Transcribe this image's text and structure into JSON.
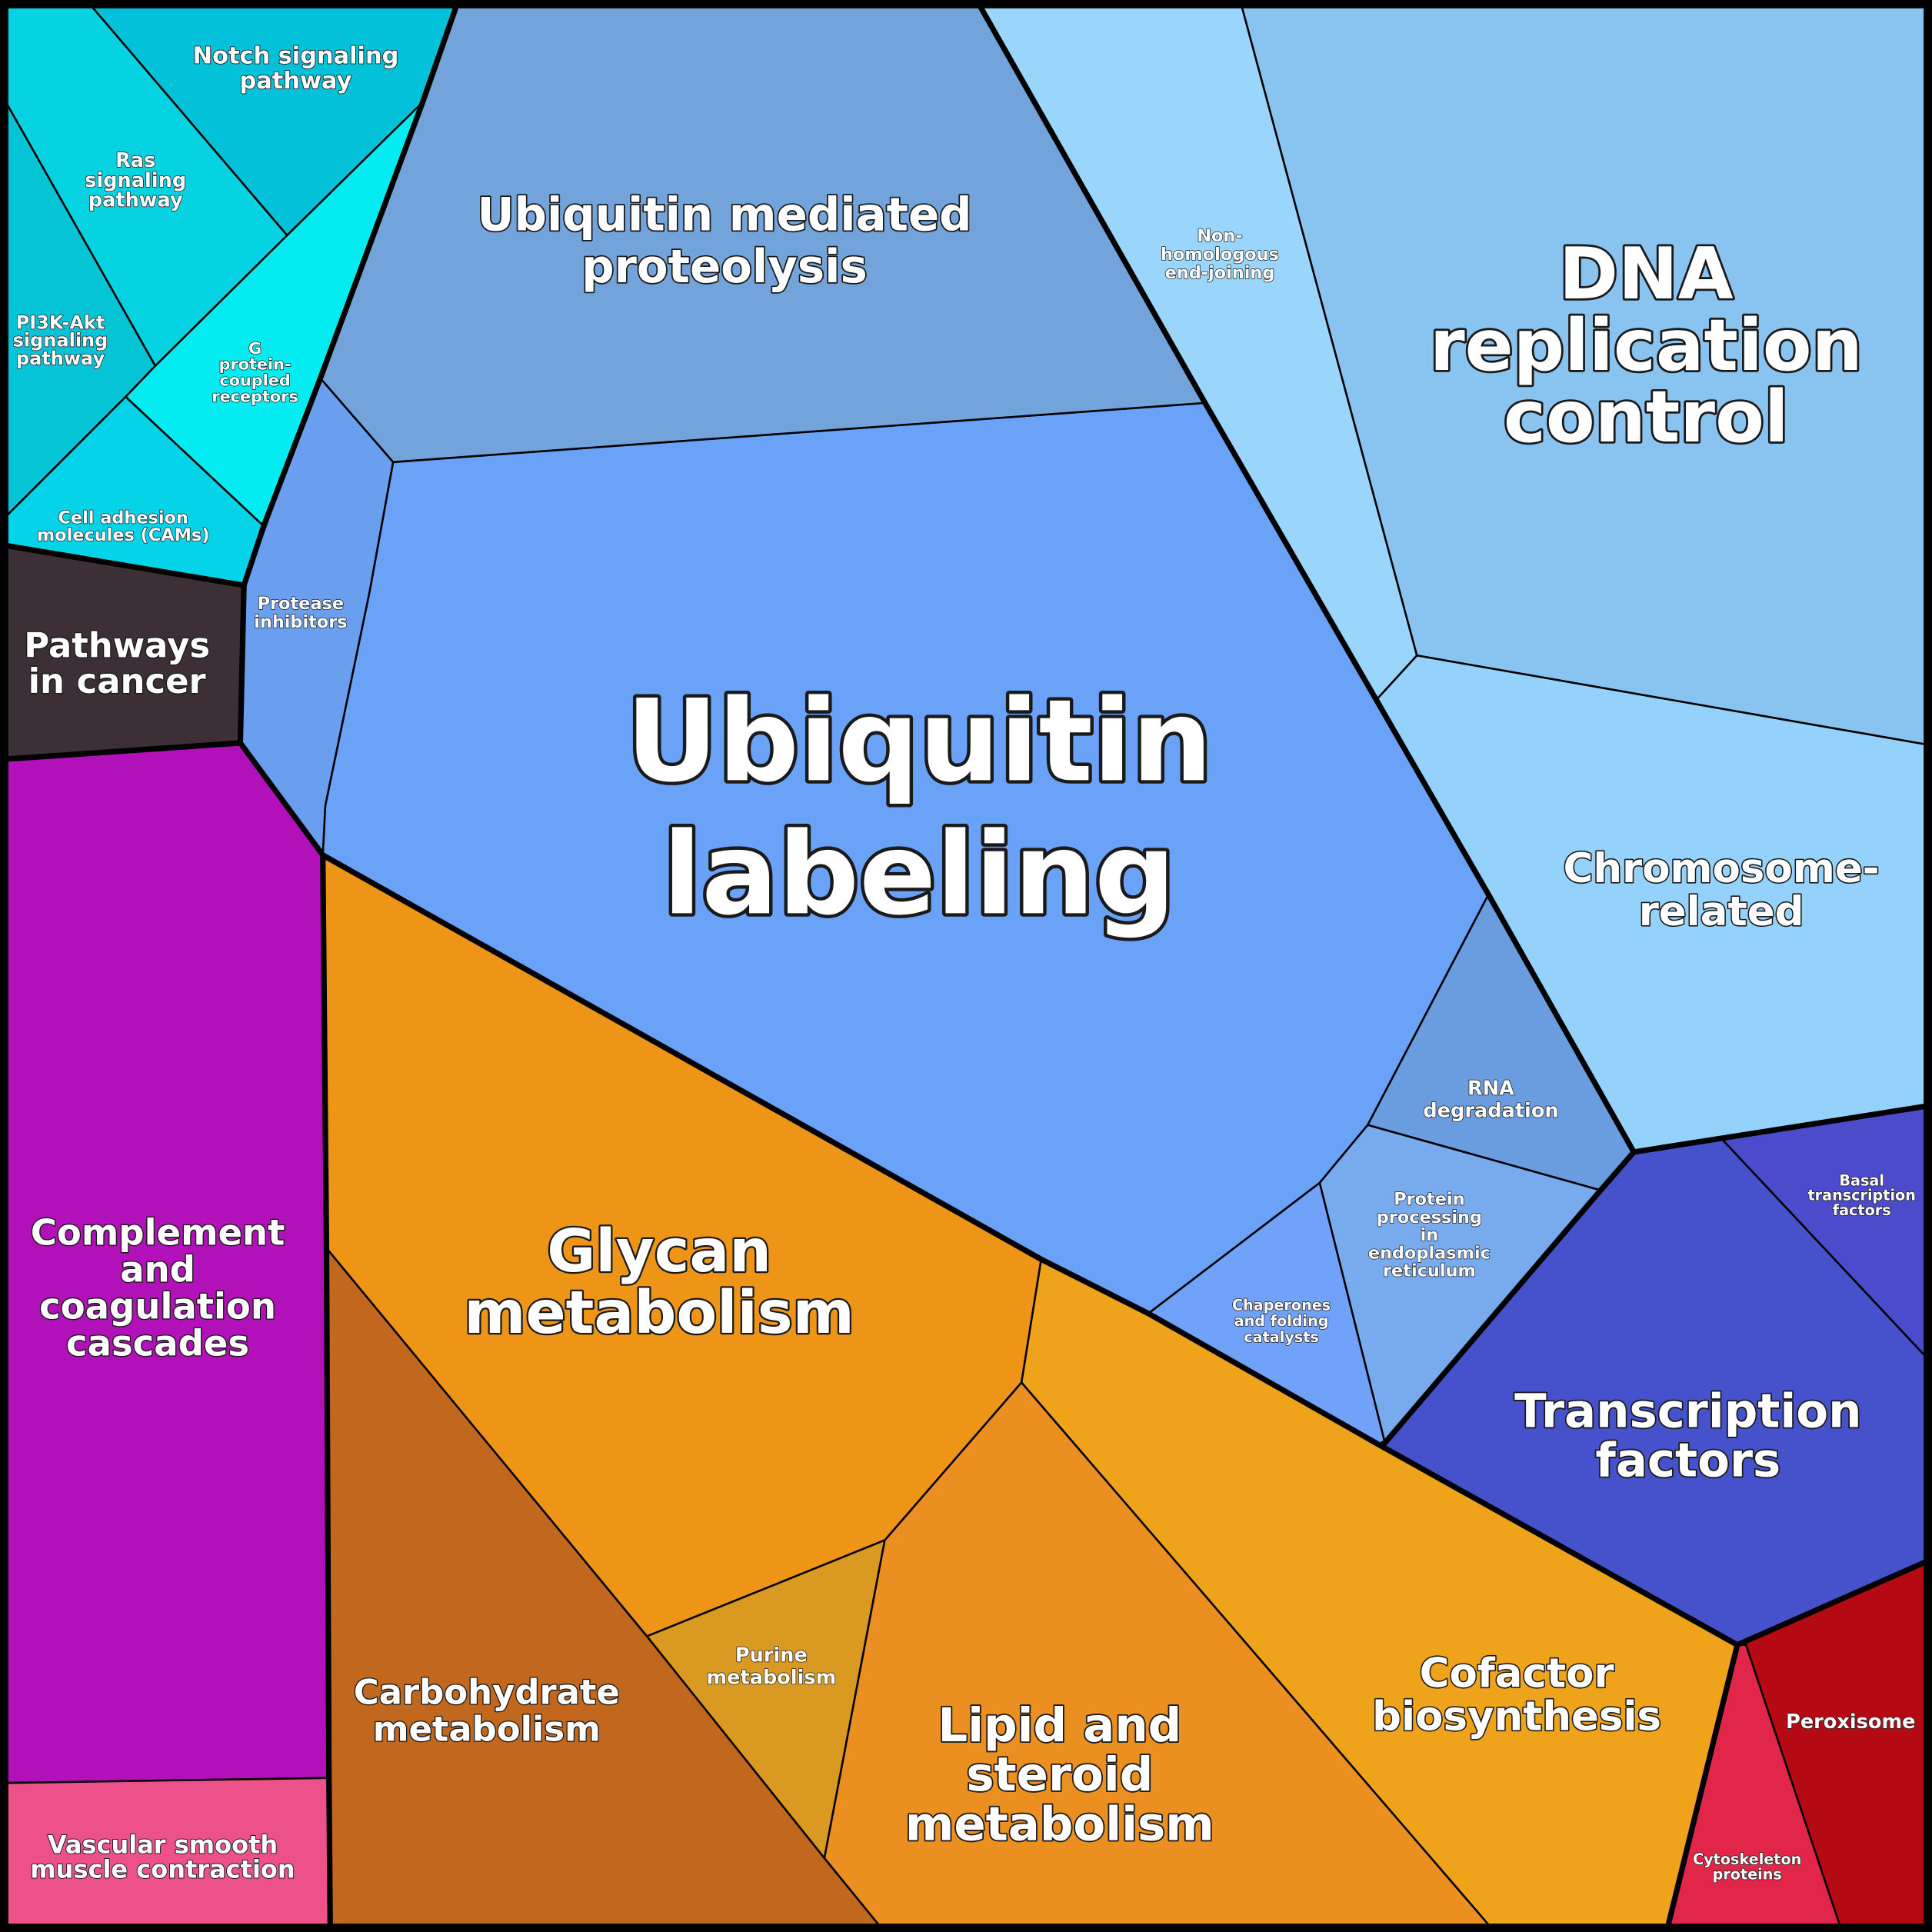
{
  "cells": [
    {
      "id": "ubiquitin-labeling",
      "label": "Ubiquitin labeling",
      "lines": [
        "Ubiquitin",
        "labeling"
      ],
      "color": "#6aa2f7"
    },
    {
      "id": "ubiquitin-mediated-proteolysis",
      "label": "Ubiquitin mediated proteolysis",
      "lines": [
        "Ubiquitin mediated",
        "proteolysis"
      ],
      "color": "#72a4db"
    },
    {
      "id": "protease-inhibitors",
      "label": "Protease inhibitors",
      "lines": [
        "Protease",
        "inhibitors"
      ],
      "color": "#6a9ff0"
    },
    {
      "id": "rna-degradation",
      "label": "RNA degradation",
      "lines": [
        "RNA",
        "degradation"
      ],
      "color": "#6a9de0"
    },
    {
      "id": "protein-processing-er",
      "label": "Protein processing in endoplasmic reticulum",
      "lines": [
        "Protein",
        "processing",
        "in",
        "endoplasmic",
        "reticulum"
      ],
      "color": "#78aaee"
    },
    {
      "id": "chaperones",
      "label": "Chaperones and folding catalysts",
      "lines": [
        "Chaperones",
        "and folding",
        "catalysts"
      ],
      "color": "#71a2f9"
    },
    {
      "id": "non-homologous-end-joining",
      "label": "Non-homologous end-joining",
      "lines": [
        "Non-",
        "homologous",
        "end-joining"
      ],
      "color": "#9ad6fc"
    },
    {
      "id": "dna-replication-control",
      "label": "DNA replication control",
      "lines": [
        "DNA",
        "replication",
        "control"
      ],
      "color": "#89c4f0"
    },
    {
      "id": "chromosome-related",
      "label": "Chromosome-related",
      "lines": [
        "Chromosome-",
        "related"
      ],
      "color": "#94d2fb"
    },
    {
      "id": "transcription-factors",
      "label": "Transcription factors",
      "lines": [
        "Transcription",
        "factors"
      ],
      "color": "#4652cc"
    },
    {
      "id": "basal-transcription-factors",
      "label": "Basal transcription factors",
      "lines": [
        "Basal",
        "transcription",
        "factors"
      ],
      "color": "#4c4bcb"
    },
    {
      "id": "peroxisome",
      "label": "Peroxisome",
      "lines": [
        "Peroxisome"
      ],
      "color": "#b50a14"
    },
    {
      "id": "cytoskeleton-proteins",
      "label": "Cytoskeleton proteins",
      "lines": [
        "Cytoskeleton",
        "proteins"
      ],
      "color": "#e2264a"
    },
    {
      "id": "cofactor-biosynthesis",
      "label": "Cofactor biosynthesis",
      "lines": [
        "Cofactor",
        "biosynthesis"
      ],
      "color": "#efa31b"
    },
    {
      "id": "lipid-steroid-metabolism",
      "label": "Lipid and steroid metabolism",
      "lines": [
        "Lipid and",
        "steroid",
        "metabolism"
      ],
      "color": "#eb8f20"
    },
    {
      "id": "glycan-metabolism",
      "label": "Glycan metabolism",
      "lines": [
        "Glycan",
        "metabolism"
      ],
      "color": "#ee9417"
    },
    {
      "id": "purine-metabolism",
      "label": "Purine metabolism",
      "lines": [
        "Purine",
        "metabolism"
      ],
      "color": "#da9a22"
    },
    {
      "id": "carbohydrate-metabolism",
      "label": "Carbohydrate metabolism",
      "lines": [
        "Carbohydrate",
        "metabolism"
      ],
      "color": "#c1671e"
    },
    {
      "id": "complement-coagulation",
      "label": "Complement and coagulation cascades",
      "lines": [
        "Complement",
        "and",
        "coagulation",
        "cascades"
      ],
      "color": "#b211b9"
    },
    {
      "id": "vascular-smooth-muscle",
      "label": "Vascular smooth muscle contraction",
      "lines": [
        "Vascular smooth",
        "muscle contraction"
      ],
      "color": "#ec5289"
    },
    {
      "id": "pathways-in-cancer",
      "label": "Pathways in cancer",
      "lines": [
        "Pathways",
        "in cancer"
      ],
      "color": "#3d2f36"
    },
    {
      "id": "notch-signaling",
      "label": "Notch signaling pathway",
      "lines": [
        "Notch signaling",
        "pathway"
      ],
      "color": "#03c1d9"
    },
    {
      "id": "ras-signaling",
      "label": "Ras signaling pathway",
      "lines": [
        "Ras",
        "signaling",
        "pathway"
      ],
      "color": "#06d3e1"
    },
    {
      "id": "pi3k-akt-signaling",
      "label": "PI3K-Akt signaling pathway",
      "lines": [
        "PI3K-Akt",
        "signaling",
        "pathway"
      ],
      "color": "#04c4d6"
    },
    {
      "id": "g-protein-coupled-receptors",
      "label": "G protein-coupled receptors",
      "lines": [
        "G",
        "protein-",
        "coupled",
        "receptors"
      ],
      "color": "#02ecf1"
    },
    {
      "id": "cell-adhesion-molecules",
      "label": "Cell adhesion molecules (CAMs)",
      "lines": [
        "Cell adhesion",
        "molecules (CAMs)"
      ],
      "color": "#05d4e8"
    }
  ]
}
